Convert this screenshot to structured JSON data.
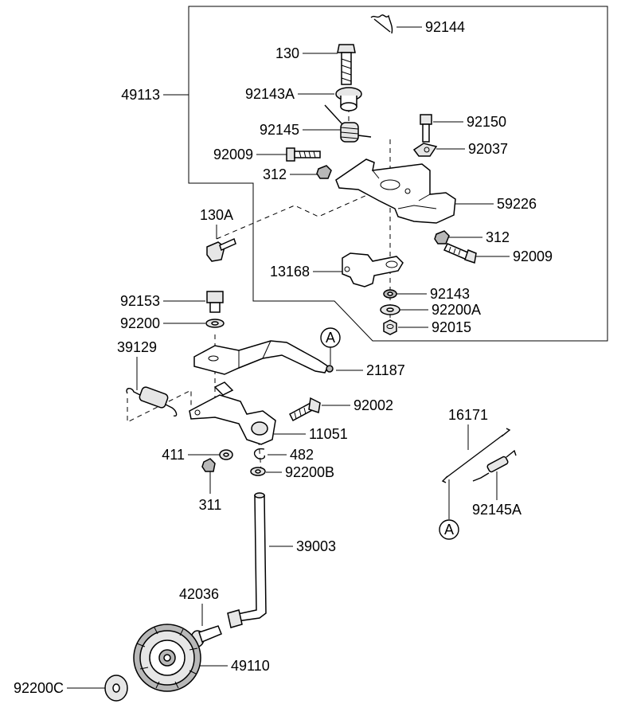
{
  "parts": [
    {
      "id": "p92144",
      "label": "92144"
    },
    {
      "id": "p130",
      "label": "130"
    },
    {
      "id": "p49113",
      "label": "49113"
    },
    {
      "id": "p92143A",
      "label": "92143A"
    },
    {
      "id": "p92145",
      "label": "92145"
    },
    {
      "id": "p92150",
      "label": "92150"
    },
    {
      "id": "p92009a",
      "label": "92009"
    },
    {
      "id": "p92037",
      "label": "92037"
    },
    {
      "id": "p312a",
      "label": "312"
    },
    {
      "id": "p59226",
      "label": "59226"
    },
    {
      "id": "p130A",
      "label": "130A"
    },
    {
      "id": "p312b",
      "label": "312"
    },
    {
      "id": "p92009b",
      "label": "92009"
    },
    {
      "id": "p13168",
      "label": "13168"
    },
    {
      "id": "p92143",
      "label": "92143"
    },
    {
      "id": "p92153",
      "label": "92153"
    },
    {
      "id": "p92200A",
      "label": "92200A"
    },
    {
      "id": "p92200",
      "label": "92200"
    },
    {
      "id": "p92015",
      "label": "92015"
    },
    {
      "id": "p39129",
      "label": "39129"
    },
    {
      "id": "p21187",
      "label": "21187"
    },
    {
      "id": "p92002",
      "label": "92002"
    },
    {
      "id": "p16171",
      "label": "16171"
    },
    {
      "id": "p11051",
      "label": "11051"
    },
    {
      "id": "p411",
      "label": "411"
    },
    {
      "id": "p482",
      "label": "482"
    },
    {
      "id": "p92200B",
      "label": "92200B"
    },
    {
      "id": "p311",
      "label": "311"
    },
    {
      "id": "p92145A",
      "label": "92145A"
    },
    {
      "id": "p39003",
      "label": "39003"
    },
    {
      "id": "p42036",
      "label": "42036"
    },
    {
      "id": "p49110",
      "label": "49110"
    },
    {
      "id": "p92200C",
      "label": "92200C"
    }
  ],
  "reference_markers": [
    "A",
    "A"
  ]
}
